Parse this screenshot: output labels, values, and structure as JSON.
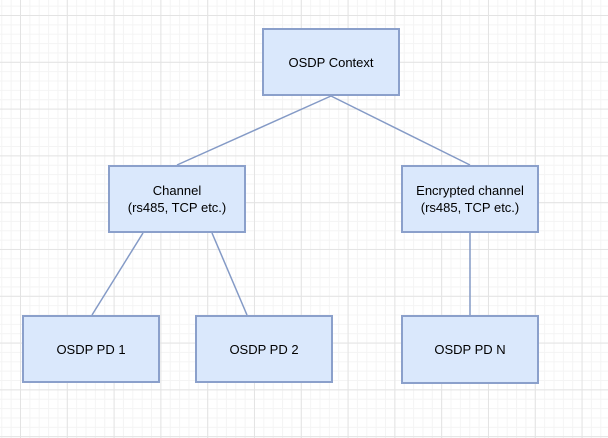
{
  "canvas": {
    "background": "#ffffff",
    "grid_minor_color": "#f4f4f4",
    "grid_major_color": "#e3e3e3"
  },
  "palette": {
    "node_fill": "#dae8fc",
    "node_border": "#8ba0cb",
    "edge_color": "#849ac6",
    "text_color": "#000000"
  },
  "diagram": {
    "nodes": [
      {
        "id": "osdp-context",
        "lines": [
          "OSDP Context"
        ]
      },
      {
        "id": "channel",
        "lines": [
          "Channel",
          "(rs485, TCP etc.)"
        ]
      },
      {
        "id": "encrypted-channel",
        "lines": [
          "Encrypted channel",
          "(rs485, TCP etc.)"
        ]
      },
      {
        "id": "osdp-pd-1",
        "lines": [
          "OSDP PD 1"
        ]
      },
      {
        "id": "osdp-pd-2",
        "lines": [
          "OSDP PD 2"
        ]
      },
      {
        "id": "osdp-pd-n",
        "lines": [
          "OSDP PD N"
        ]
      }
    ],
    "edges": [
      {
        "from": "osdp-context",
        "to": "channel"
      },
      {
        "from": "osdp-context",
        "to": "encrypted-channel"
      },
      {
        "from": "channel",
        "to": "osdp-pd-1"
      },
      {
        "from": "channel",
        "to": "osdp-pd-2"
      },
      {
        "from": "encrypted-channel",
        "to": "osdp-pd-n"
      }
    ]
  }
}
